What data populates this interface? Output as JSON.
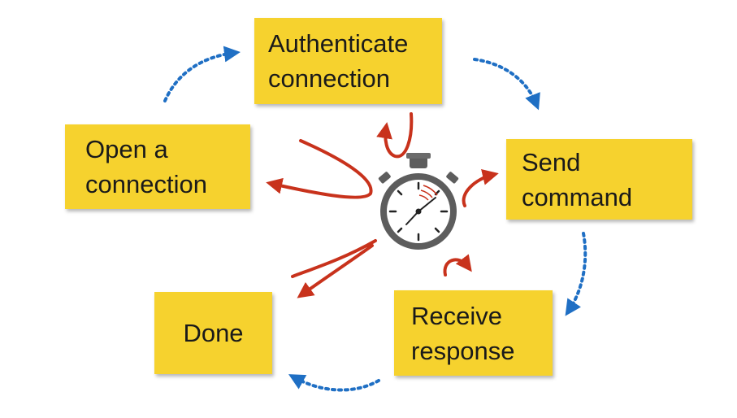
{
  "steps": {
    "authenticate": {
      "line1": "Authenticate",
      "line2": "connection"
    },
    "open": {
      "line1": "Open a",
      "line2": "connection"
    },
    "send": {
      "line1": "Send",
      "line2": "command"
    },
    "receive": {
      "line1": "Receive",
      "line2": "response"
    },
    "done": {
      "line1": "Done"
    }
  },
  "icons": {
    "center": "stopwatch-icon",
    "cycle_arrows": "dotted-arrow-icon",
    "timing_arrows": "curved-arrow-icon"
  },
  "colors": {
    "note_fill": "#f6d22e",
    "cycle_arrow": "#1f6fc4",
    "timing_arrow": "#c8321c",
    "stopwatch_body": "#5d5d5d"
  }
}
